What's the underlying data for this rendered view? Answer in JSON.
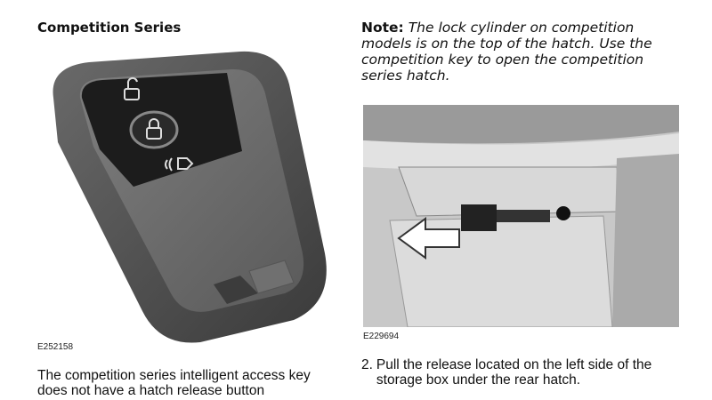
{
  "left": {
    "heading": "Competition Series",
    "figure_code": "E252158",
    "caption": "The competition series intelligent access key does not have a hatch release button"
  },
  "right": {
    "note_label": "Note:",
    "note_text": "The lock cylinder on competition models is on the top of the hatch. Use the competition key to open the competition series hatch.",
    "figure_code": "E229694",
    "step_number": "2.",
    "step_text": "Pull the release located on the left side of the storage box under the rear hatch."
  },
  "icons": [
    "unlock-icon",
    "lock-icon",
    "remote-start-icon",
    "arrow-left-icon"
  ]
}
